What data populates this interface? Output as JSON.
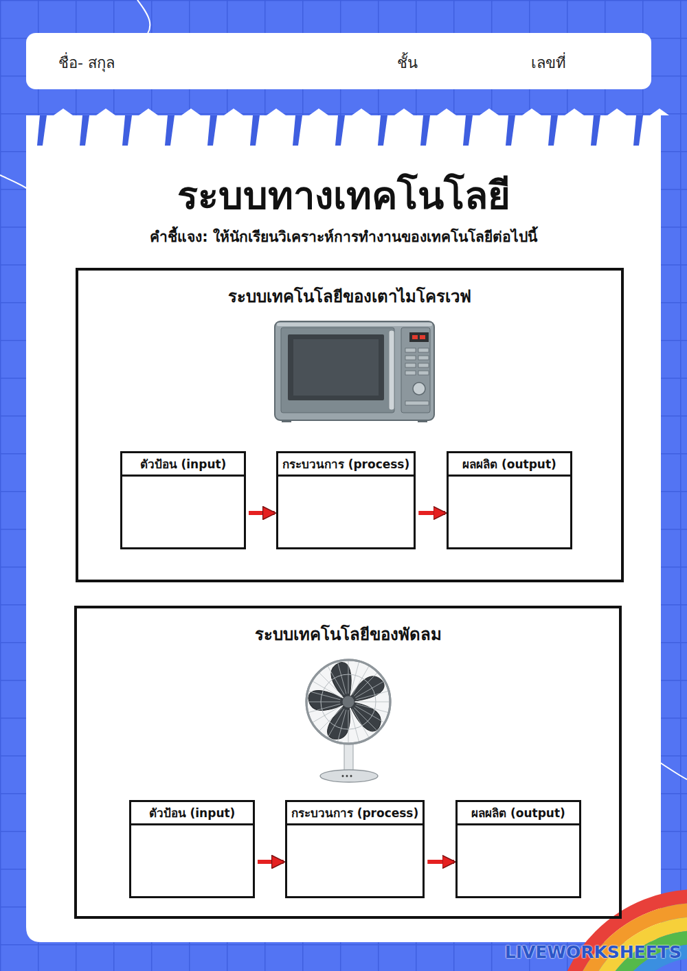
{
  "diagram": {
    "title": "ระบบทางเทคโนโลยี",
    "nodes": [
      {
        "text": [
          "ชื่อ- สกุล",
          "ชั้น",
          "เลขที่"
        ]
      },
      {
        "text": [
          "ระบบเทคโนโลยีของเตาไมโครเวฟ"
        ]
      },
      {
        "text": [
          "ตัวป้อน (input)"
        ],
        "in": 1
      },
      {
        "text": [
          "กระบวนการ (process)"
        ],
        "in": 1
      },
      {
        "text": [
          "ผลผลิต (output)"
        ],
        "in": 1
      },
      {
        "text": [
          "ระบบเทคโนโลยีของพัดลม"
        ]
      },
      {
        "text": [
          "ตัวป้อน (input)"
        ],
        "in": 5
      },
      {
        "text": [
          "กระบวนการ (process)"
        ],
        "in": 5
      },
      {
        "text": [
          "ผลผลิต (output)"
        ],
        "in": 5
      }
    ],
    "edges": [
      {
        "from": 2,
        "to": 3,
        "arrow": "to"
      },
      {
        "from": 3,
        "to": 4,
        "arrow": "to"
      },
      {
        "from": 6,
        "to": 7,
        "arrow": "to"
      },
      {
        "from": 7,
        "to": 8,
        "arrow": "to"
      }
    ],
    "labels": [
      "คำชี้แจง: ให้นักเรียนวิเคราะห์การทำงานของเทคโนโลยีต่อไปนี้",
      "LIVEWORKSHEETS"
    ]
  }
}
